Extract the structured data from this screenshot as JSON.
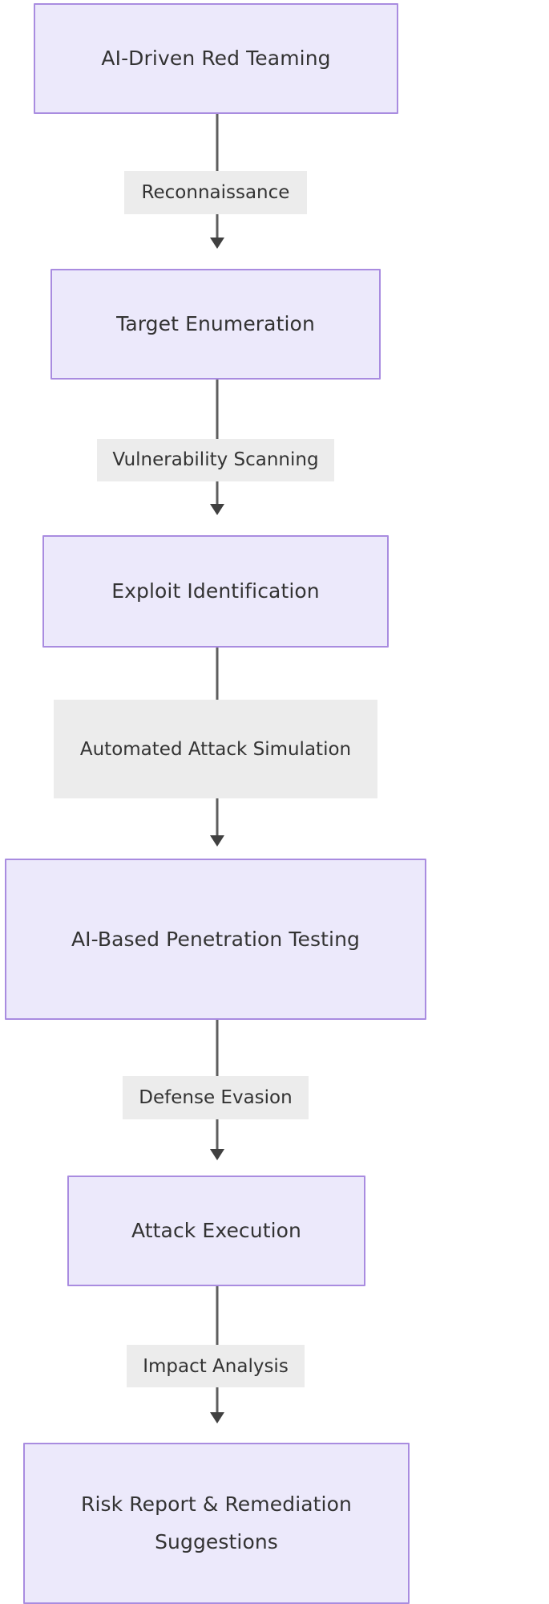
{
  "diagram": {
    "type": "flowchart",
    "direction": "top-down",
    "title": "AI-Driven Red Teaming",
    "colors": {
      "node_fill": "#ECE9FB",
      "node_border": "#A98CE0",
      "node_text": "#333333",
      "edge_line": "#5E5E5E",
      "edge_label_bg": "#ECECEC",
      "edge_label_text": "#333333",
      "canvas_bg": "#FFFFFF"
    },
    "nodes": [
      {
        "id": "n1",
        "label": "AI-Driven Red Teaming"
      },
      {
        "id": "n2",
        "label": "Target Enumeration"
      },
      {
        "id": "n3",
        "label": "Exploit Identification"
      },
      {
        "id": "n4",
        "label": "AI-Based Penetration Testing"
      },
      {
        "id": "n5",
        "label": "Attack Execution"
      },
      {
        "id": "n6",
        "label": "Risk Report & Remediation Suggestions"
      }
    ],
    "edges": [
      {
        "from": "n1",
        "to": "n2",
        "label": "Reconnaissance"
      },
      {
        "from": "n2",
        "to": "n3",
        "label": "Vulnerability Scanning"
      },
      {
        "from": "n3",
        "to": "n4",
        "label": "Automated Attack Simulation"
      },
      {
        "from": "n4",
        "to": "n5",
        "label": "Defense Evasion"
      },
      {
        "from": "n5",
        "to": "n6",
        "label": "Impact Analysis"
      }
    ]
  }
}
